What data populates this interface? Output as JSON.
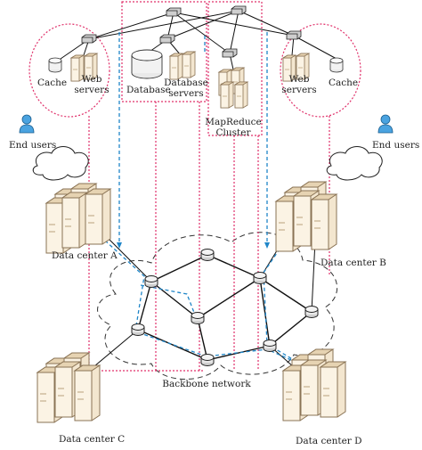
{
  "labels": {
    "cache_left": "Cache",
    "web_servers_left_1": "Web",
    "web_servers_left_2": "servers",
    "database": "Database",
    "database_servers_1": "Database",
    "database_servers_2": "servers",
    "mapreduce_1": "MapReduce",
    "mapreduce_2": "Cluster",
    "web_servers_right_1": "Web",
    "web_servers_right_2": "servers",
    "cache_right": "Cache",
    "end_users_left": "End users",
    "end_users_right": "End users",
    "data_center_a": "Data center A",
    "data_center_b": "Data center B",
    "data_center_c": "Data center C",
    "data_center_d": "Data center D",
    "backbone": "Backbone network"
  },
  "colors": {
    "pink_dotted": "#e0306a",
    "blue_dashed": "#1f86c8",
    "server_fill": "#f3e6cf",
    "server_edge": "#8a7355",
    "line": "#111111"
  }
}
